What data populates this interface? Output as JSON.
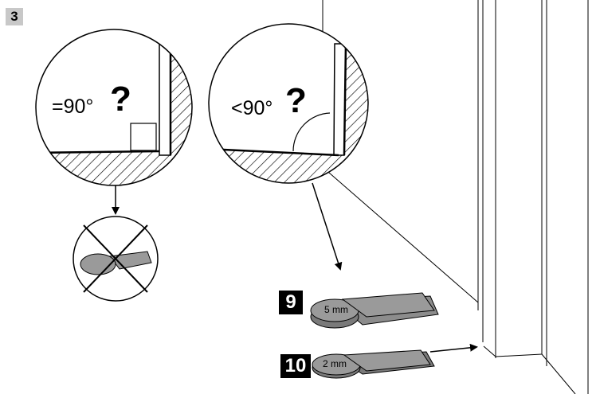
{
  "step": {
    "number": "3"
  },
  "check_square": {
    "label": "=90°",
    "question": "?"
  },
  "check_acute": {
    "label": "<90°",
    "question": "?"
  },
  "parts": [
    {
      "id": "9",
      "thickness": "5 mm"
    },
    {
      "id": "10",
      "thickness": "2 mm"
    }
  ]
}
